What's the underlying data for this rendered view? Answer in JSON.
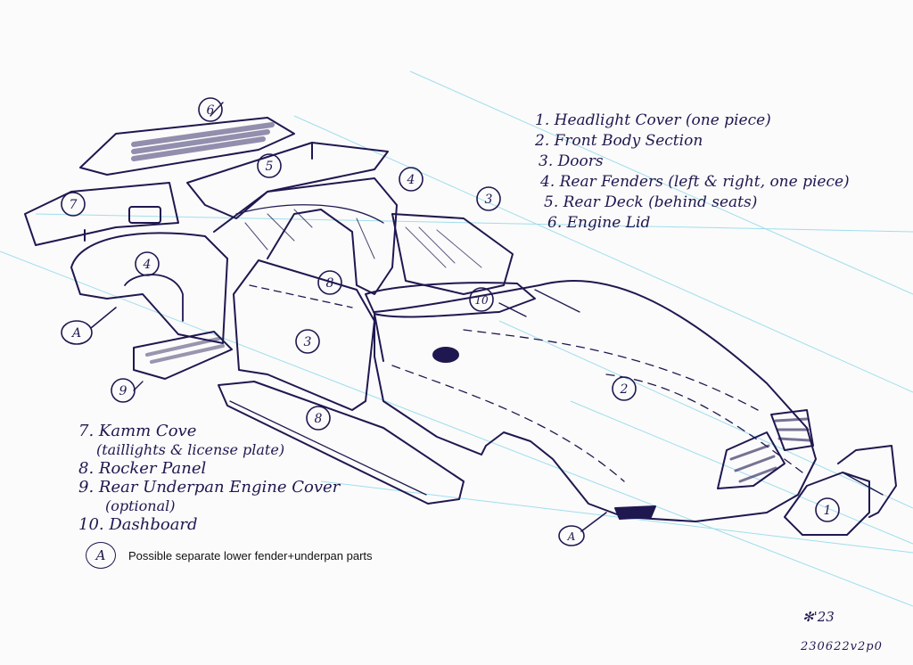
{
  "legend_top": [
    "1. Headlight Cover (one piece)",
    "2. Front Body Section",
    "3. Doors",
    "4. Rear Fenders (left & right, one piece)",
    "5. Rear Deck (behind seats)",
    "6. Engine Lid"
  ],
  "legend_bottom": [
    "7. Kamm Cove",
    "(taillights & license plate)",
    "8. Rocker Panel",
    "9. Rear Underpan Engine Cover",
    "(optional)",
    "10. Dashboard"
  ],
  "note": {
    "marker": "A",
    "text": "Possible separate lower fender+underpan parts"
  },
  "callouts": {
    "c1": "1",
    "c2": "2",
    "c3a": "3",
    "c3b": "3",
    "c4a": "4",
    "c4b": "4",
    "c5": "5",
    "c6": "6",
    "c7": "7",
    "c8a": "8",
    "c8b": "8",
    "c9": "9",
    "c10": "10",
    "ca1": "A",
    "ca2": "A"
  },
  "signature": "✻'23",
  "drawing_code": "230622v2p0",
  "colors": {
    "ink": "#1f1850",
    "grid_line": "#7fd6e8",
    "paper": "#fbfbfb"
  }
}
